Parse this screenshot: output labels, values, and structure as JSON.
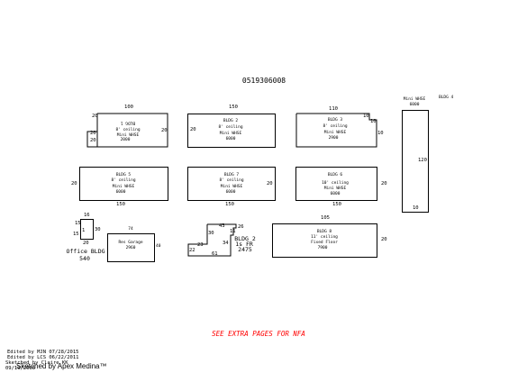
{
  "parcel_id": "0519306008",
  "bldg1_label": "BLDG 1",
  "bldg1_desc1": "8' ceiling",
  "bldg1_desc2": "Mini WHSE",
  "bldg1_area": "2000",
  "bldg1_dim_top": "100",
  "bldg1_dim_left": "20",
  "bldg1_dim_right": "20",
  "bldg1_dim_notch_v": "20",
  "bldg1_dim_notch_h": "20",
  "bldg2_label": "BLDG 2",
  "bldg2_desc1": "8' ceiling",
  "bldg2_desc2": "Mini WHSE",
  "bldg2_area": "6000",
  "bldg2_dim_top": "150",
  "bldg2_dim_left": "20",
  "bldg3_label": "BLDG 3",
  "bldg3_desc1": "8' ceiling",
  "bldg3_desc2": "Mini WHSE",
  "bldg3_area": "2900",
  "bldg3_dim_top": "110",
  "bldg3_dim_notch_v": "10",
  "bldg3_dim_notch_h": "10",
  "bldg3_dim_right": "10",
  "bldg4_label": "Mini WHSE",
  "bldg4_area": "6000",
  "bldg4_dim_right": "120",
  "bldg4_dim_bottom": "10",
  "bldg4_tag": "BLDG 4",
  "bldg5_label": "BLDG 5",
  "bldg5_desc1": "8' ceiling",
  "bldg5_desc2": "Mini WHSE",
  "bldg5_area": "6000",
  "bldg5_dim_left": "20",
  "bldg5_dim_bottom": "150",
  "bldg7_label": "BLDG 7",
  "bldg7_desc1": "8' ceiling",
  "bldg7_desc2": "Mini WHSE",
  "bldg7_area": "6000",
  "bldg7_dim_right": "20",
  "bldg7_dim_bottom": "150",
  "bldg6_label": "BLDG 6",
  "bldg6_desc1": "10' ceiling",
  "bldg6_desc2": "Mini WHSE",
  "bldg6_area": "6000",
  "bldg6_dim_right": "20",
  "bldg6_dim_bottom": "150",
  "office_dim_top": "16",
  "office_dim_left1": "15",
  "office_dim_left2": "15",
  "office_dim_inner": "1",
  "office_dim_right": "30",
  "office_dim_bottom": "20",
  "office_label": "Office BLDG",
  "office_area": "540",
  "garage_dim_top": "74",
  "garage_dim_right": "40",
  "garage_label": "Res Garage",
  "garage_area": "2960",
  "bldg2b_dims": [
    "43",
    "26",
    "30",
    "11",
    "23",
    "34",
    "22",
    "61"
  ],
  "bldg2b_label": "BLDG 2",
  "bldg2b_floor": "1s FR",
  "bldg2b_area": "2475",
  "bldg8_dim_top": "105",
  "bldg8_dim_right": "20",
  "bldg8_label": "BLDG 8",
  "bldg8_desc1": "11' ceiling",
  "bldg8_desc2": "Fixed Floor",
  "bldg8_area": "7900",
  "notice": "SEE EXTRA PAGES FOR NFA",
  "footer_line1": "Edited by MJN 07/28/2015",
  "footer_line2": "Edited by LCS 06/22/2011",
  "footer_line3": "Sketched by Claire KK",
  "footer_line4": "09/19/2005",
  "footer_brand": "Sketched by Apex Medina™",
  "colors": {
    "notice": "#ff0000",
    "lines": "#000000"
  }
}
